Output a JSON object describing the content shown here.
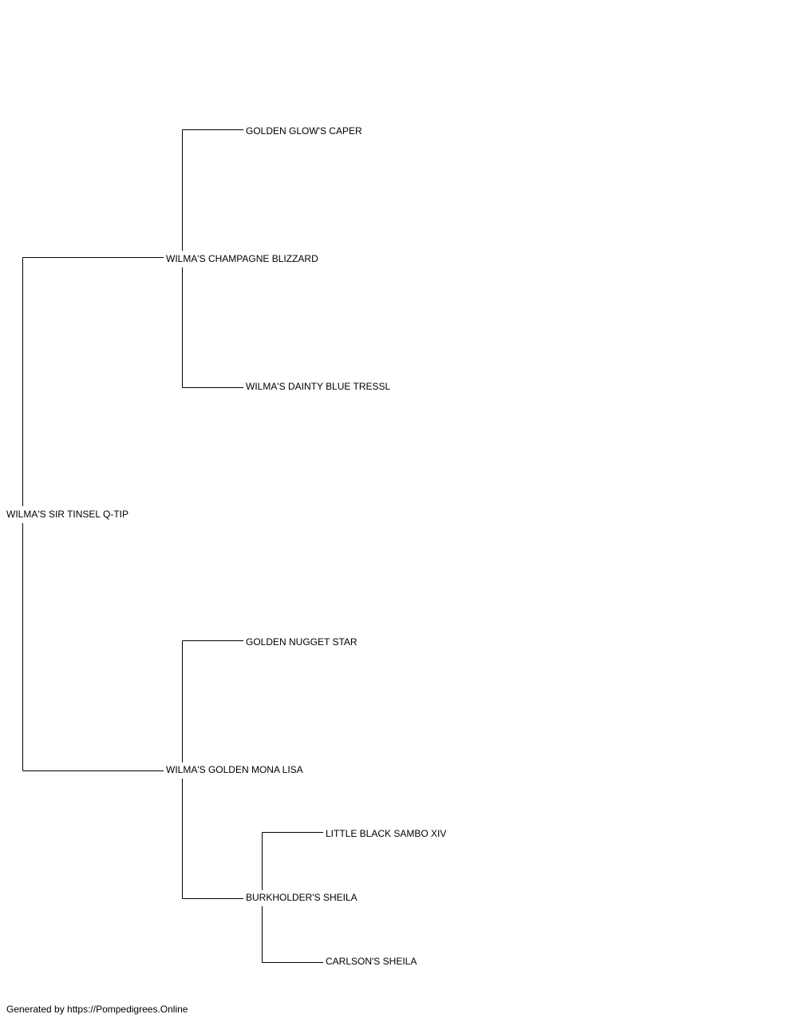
{
  "pedigree": {
    "subject": "WILMA'S SIR TINSEL Q-TIP",
    "sire": "WILMA'S CHAMPAGNE BLIZZARD",
    "sire_sire": "GOLDEN GLOW'S CAPER",
    "sire_dam": "WILMA'S DAINTY BLUE TRESSL",
    "dam": "WILMA'S GOLDEN MONA LISA",
    "dam_sire": "GOLDEN NUGGET STAR",
    "dam_dam": "BURKHOLDER'S SHEILA",
    "dam_dam_sire": "LITTLE BLACK SAMBO XIV",
    "dam_dam_dam": "CARLSON'S SHEILA"
  },
  "footer": {
    "text": "Generated by https://Pompedigrees.Online"
  }
}
